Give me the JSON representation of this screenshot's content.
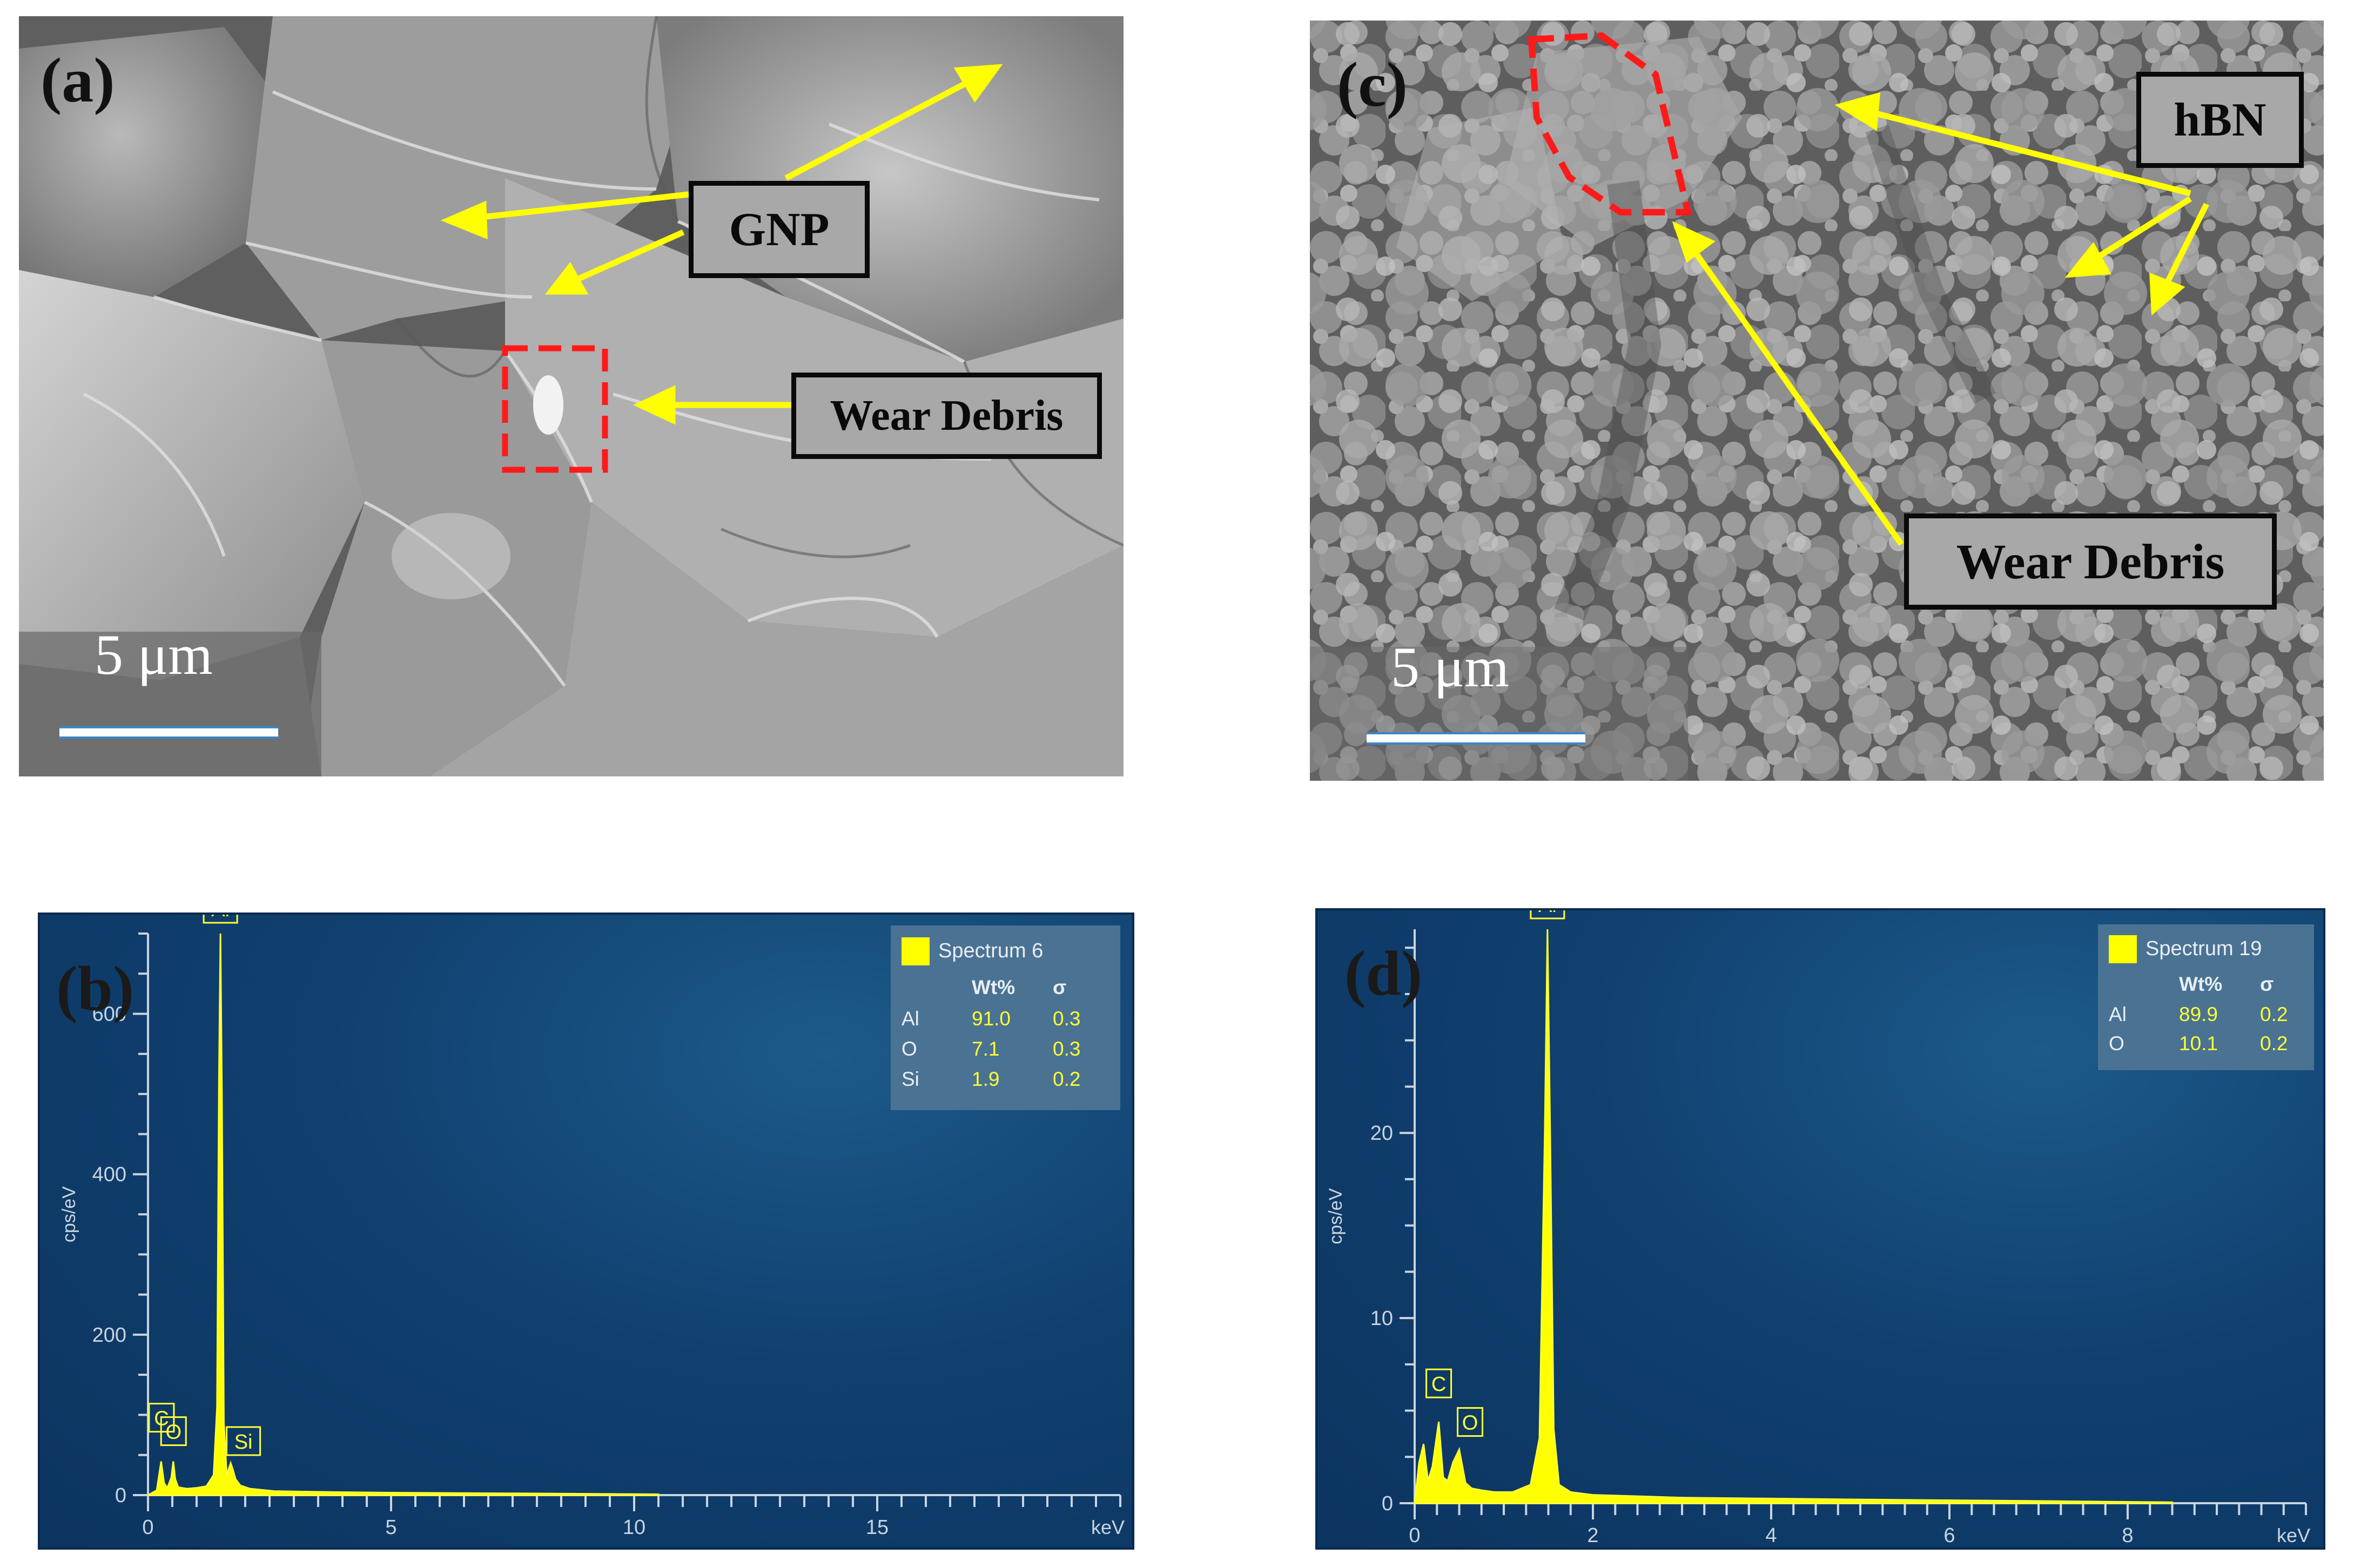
{
  "panels": {
    "a": {
      "label": "(a)",
      "callouts": {
        "gnp": "GNP",
        "wear": "Wear Debris"
      },
      "scale": "5 μm"
    },
    "c": {
      "label": "(c)",
      "callouts": {
        "hbn": "hBN",
        "wear": "Wear Debris"
      },
      "scale": "5 μm"
    },
    "b": {
      "label": "(b)",
      "legend": {
        "title": "Spectrum 6",
        "col_wt": "Wt%",
        "col_sigma": "σ",
        "rows": [
          {
            "el": "Al",
            "wt": "91.0",
            "sigma": "0.3"
          },
          {
            "el": "O",
            "wt": "7.1",
            "sigma": "0.3"
          },
          {
            "el": "Si",
            "wt": "1.9",
            "sigma": "0.2"
          }
        ]
      }
    },
    "d": {
      "label": "(d)",
      "legend": {
        "title": "Spectrum 19",
        "col_wt": "Wt%",
        "col_sigma": "σ",
        "rows": [
          {
            "el": "Al",
            "wt": "89.9",
            "sigma": "0.2"
          },
          {
            "el": "O",
            "wt": "10.1",
            "sigma": "0.2"
          }
        ]
      }
    }
  },
  "chart_data": [
    {
      "type": "line",
      "panel": "b",
      "xlabel": "keV",
      "ylabel": "cps/eV",
      "xlim": [
        0,
        20
      ],
      "ylim": [
        0,
        700
      ],
      "xticks": [
        0,
        5,
        10,
        15
      ],
      "yticks": [
        0,
        200,
        400,
        600
      ],
      "peak_labels": [
        "C",
        "O",
        "Al",
        "Si"
      ],
      "series": [
        {
          "x": [
            0.0,
            0.18,
            0.27,
            0.33,
            0.4,
            0.48,
            0.52,
            0.56,
            0.62,
            0.7,
            0.8,
            1.0,
            1.2,
            1.35,
            1.42,
            1.46,
            1.49,
            1.52,
            1.56,
            1.62,
            1.7,
            1.74,
            1.8,
            1.9,
            2.1,
            2.6,
            3.5,
            5.0,
            8.0,
            10.5
          ],
          "y": [
            0,
            6,
            42,
            15,
            9,
            22,
            42,
            20,
            10,
            9,
            8,
            9,
            11,
            25,
            110,
            520,
            700,
            500,
            90,
            25,
            40,
            33,
            20,
            12,
            8,
            5,
            4,
            3,
            2,
            1
          ]
        }
      ]
    },
    {
      "type": "line",
      "panel": "d",
      "xlabel": "keV",
      "ylabel": "cps/eV",
      "xlim": [
        0,
        10
      ],
      "ylim": [
        0,
        31
      ],
      "xticks": [
        0,
        2,
        4,
        6,
        8
      ],
      "yticks": [
        0,
        10,
        20
      ],
      "peak_labels": [
        "C",
        "O",
        "Al"
      ],
      "series": [
        {
          "x": [
            0.0,
            0.05,
            0.1,
            0.15,
            0.2,
            0.27,
            0.32,
            0.37,
            0.43,
            0.5,
            0.57,
            0.64,
            0.75,
            0.9,
            1.1,
            1.3,
            1.4,
            1.46,
            1.49,
            1.52,
            1.56,
            1.62,
            1.75,
            2.0,
            3.0,
            5.0,
            7.0,
            8.5
          ],
          "y": [
            0,
            2.2,
            3.2,
            1.2,
            2.0,
            4.4,
            1.4,
            1.2,
            2.2,
            2.9,
            1.1,
            0.8,
            0.7,
            0.6,
            0.6,
            1.0,
            3.5,
            20.0,
            31.0,
            20.0,
            4.0,
            1.0,
            0.6,
            0.45,
            0.3,
            0.2,
            0.12,
            0.05
          ]
        }
      ]
    }
  ]
}
